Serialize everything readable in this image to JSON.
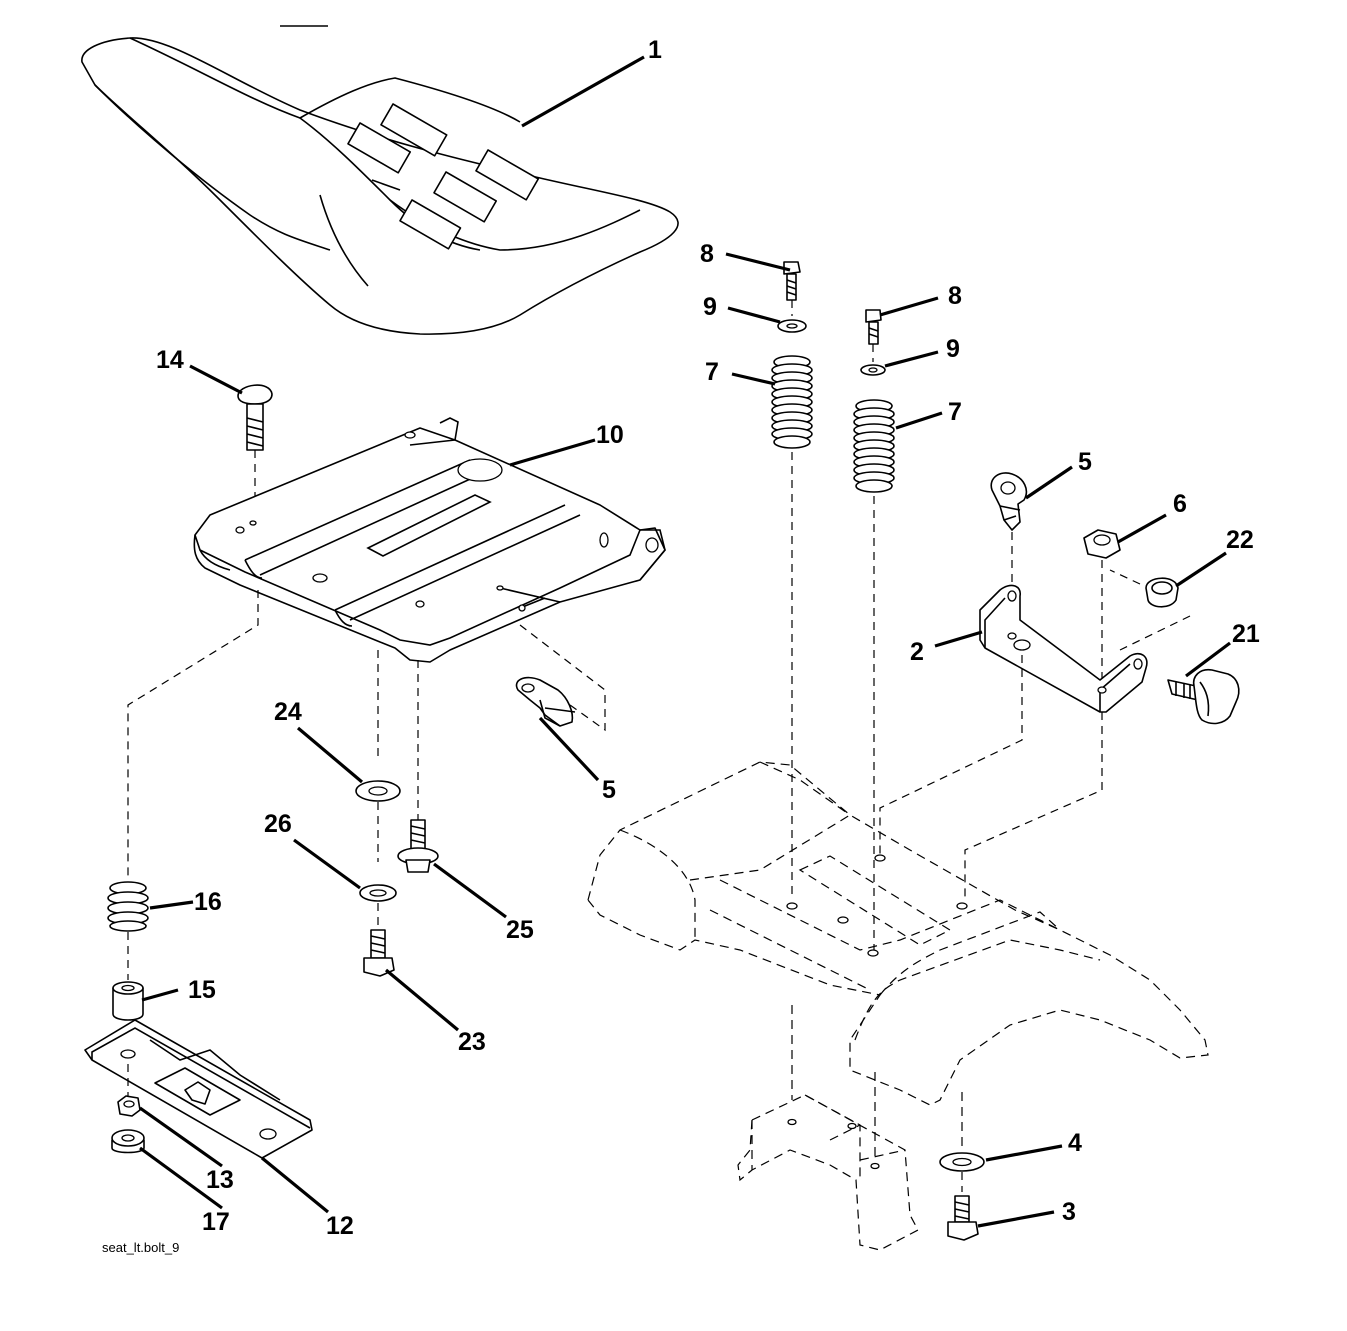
{
  "diagram": {
    "caption": "seat_lt.bolt_9",
    "callouts": [
      {
        "id": "c1",
        "text": "1"
      },
      {
        "id": "c14",
        "text": "14"
      },
      {
        "id": "c10",
        "text": "10"
      },
      {
        "id": "c8a",
        "text": "8"
      },
      {
        "id": "c9a",
        "text": "9"
      },
      {
        "id": "c7a",
        "text": "7"
      },
      {
        "id": "c8b",
        "text": "8"
      },
      {
        "id": "c9b",
        "text": "9"
      },
      {
        "id": "c7b",
        "text": "7"
      },
      {
        "id": "c5a",
        "text": "5"
      },
      {
        "id": "c6",
        "text": "6"
      },
      {
        "id": "c22",
        "text": "22"
      },
      {
        "id": "c2",
        "text": "2"
      },
      {
        "id": "c21",
        "text": "21"
      },
      {
        "id": "c24",
        "text": "24"
      },
      {
        "id": "c5b",
        "text": "5"
      },
      {
        "id": "c26",
        "text": "26"
      },
      {
        "id": "c25",
        "text": "25"
      },
      {
        "id": "c16",
        "text": "16"
      },
      {
        "id": "c15",
        "text": "15"
      },
      {
        "id": "c23",
        "text": "23"
      },
      {
        "id": "c13",
        "text": "13"
      },
      {
        "id": "c17",
        "text": "17"
      },
      {
        "id": "c12",
        "text": "12"
      },
      {
        "id": "c4",
        "text": "4"
      },
      {
        "id": "c3",
        "text": "3"
      }
    ]
  }
}
